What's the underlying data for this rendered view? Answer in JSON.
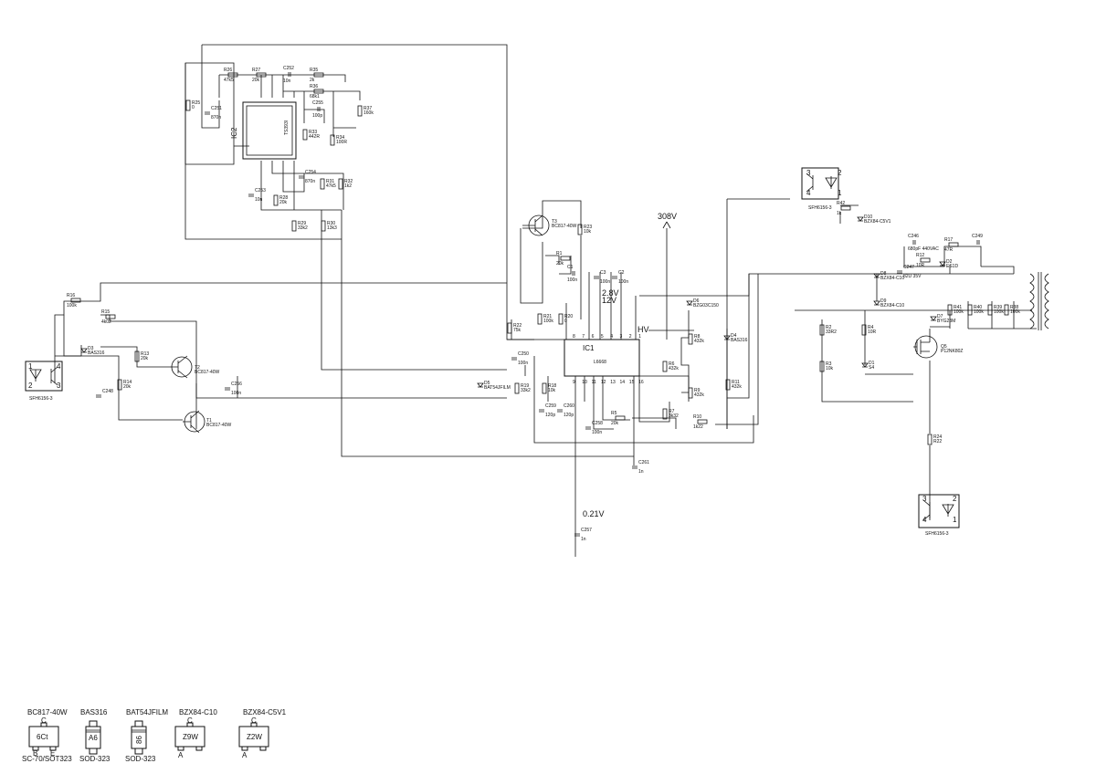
{
  "voltages": {
    "hv_rail": "308V",
    "v28": "2.8V",
    "v12": "12V",
    "hv": "HV",
    "v021": "0.21V"
  },
  "ic1": {
    "ref": "IC1",
    "part": "L6668",
    "pins_top": [
      "8",
      "7",
      "6",
      "5",
      "4",
      "3",
      "2",
      "1"
    ],
    "pins_bottom": [
      "9",
      "10",
      "11",
      "12",
      "13",
      "14",
      "15",
      "16"
    ]
  },
  "ic2": {
    "ref": "IC2",
    "part": "TS393I"
  },
  "optos": [
    {
      "ref": "SFH6156-3",
      "p1": "1",
      "p2": "2",
      "p3": "3",
      "p4": "4"
    },
    {
      "ref": "SFH6156-3",
      "p1": "1",
      "p2": "2",
      "p3": "3",
      "p4": "4"
    },
    {
      "ref": "SFH6156-3",
      "p1": "1",
      "p2": "2",
      "p3": "3",
      "p4": "4"
    }
  ],
  "components": [
    {
      "ref": "R25",
      "val": "0"
    },
    {
      "ref": "R26",
      "val": "47k5"
    },
    {
      "ref": "R27",
      "val": "20k"
    },
    {
      "ref": "C252",
      "val": "10n"
    },
    {
      "ref": "R35",
      "val": "2k"
    },
    {
      "ref": "R36",
      "val": "68k1"
    },
    {
      "ref": "C255",
      "val": "100p"
    },
    {
      "ref": "R37",
      "val": "160k"
    },
    {
      "ref": "C251",
      "val": "870n"
    },
    {
      "ref": "R33",
      "val": "442R"
    },
    {
      "ref": "R34",
      "val": "100R"
    },
    {
      "ref": "C254",
      "val": "870n"
    },
    {
      "ref": "R31",
      "val": "47k5"
    },
    {
      "ref": "R32",
      "val": "1k2"
    },
    {
      "ref": "C253",
      "val": "10n"
    },
    {
      "ref": "R28",
      "val": "20k"
    },
    {
      "ref": "R29",
      "val": "33k2"
    },
    {
      "ref": "R30",
      "val": "13k3"
    },
    {
      "ref": "T3",
      "val": "BC817-40W"
    },
    {
      "ref": "R23",
      "val": "10k"
    },
    {
      "ref": "R1",
      "val": "20k"
    },
    {
      "ref": "C1",
      "val": "100n"
    },
    {
      "ref": "C3",
      "val": "100n"
    },
    {
      "ref": "C2",
      "val": "100n"
    },
    {
      "ref": "D6",
      "val": "BZG03C150"
    },
    {
      "ref": "R22",
      "val": "75k"
    },
    {
      "ref": "R21",
      "val": "100k"
    },
    {
      "ref": "R20",
      "val": "0"
    },
    {
      "ref": "R8",
      "val": "432k"
    },
    {
      "ref": "R6",
      "val": "432k"
    },
    {
      "ref": "R9",
      "val": "432k"
    },
    {
      "ref": "R7",
      "val": "3k32"
    },
    {
      "ref": "R5",
      "val": "20k"
    },
    {
      "ref": "R10",
      "val": "1k22"
    },
    {
      "ref": "D4",
      "val": "BAS316"
    },
    {
      "ref": "R11",
      "val": "432k"
    },
    {
      "ref": "C250",
      "val": "100n"
    },
    {
      "ref": "R19",
      "val": "33k2"
    },
    {
      "ref": "R18",
      "val": "10k"
    },
    {
      "ref": "D5",
      "val": "BAT54JFILM"
    },
    {
      "ref": "C259",
      "val": "120p"
    },
    {
      "ref": "C260",
      "val": "120p"
    },
    {
      "ref": "C258",
      "val": "100n"
    },
    {
      "ref": "C261",
      "val": "1n"
    },
    {
      "ref": "C257",
      "val": "1n"
    },
    {
      "ref": "R16",
      "val": "100k"
    },
    {
      "ref": "R15",
      "val": "4k02"
    },
    {
      "ref": "D3",
      "val": "BAS316"
    },
    {
      "ref": "R13",
      "val": "20k"
    },
    {
      "ref": "T2",
      "val": "BC817-40W"
    },
    {
      "ref": "C248",
      "val": ""
    },
    {
      "ref": "R14",
      "val": "20k"
    },
    {
      "ref": "C256",
      "val": "100n"
    },
    {
      "ref": "T1",
      "val": "BC817-40W"
    },
    {
      "ref": "R42",
      "val": "1k"
    },
    {
      "ref": "D10",
      "val": "BZX84-C5V1"
    },
    {
      "ref": "C246",
      "val": "680pF 440VAC"
    },
    {
      "ref": "R17",
      "val": "47R"
    },
    {
      "ref": "C249",
      "val": ""
    },
    {
      "ref": "C247",
      "val": "82U 35V"
    },
    {
      "ref": "R12",
      "val": "10R"
    },
    {
      "ref": "D2",
      "val": "ES1D"
    },
    {
      "ref": "D8",
      "val": "BZX84-C10"
    },
    {
      "ref": "D9",
      "val": "BZX84-C10"
    },
    {
      "ref": "R41",
      "val": "100k"
    },
    {
      "ref": "R40",
      "val": "100k"
    },
    {
      "ref": "R39",
      "val": "100k"
    },
    {
      "ref": "R38",
      "val": "100k"
    },
    {
      "ref": "D7",
      "val": "BYG23M"
    },
    {
      "ref": "R2",
      "val": "33R2"
    },
    {
      "ref": "R4",
      "val": "10R"
    },
    {
      "ref": "R3",
      "val": "10k"
    },
    {
      "ref": "D1",
      "val": "S4"
    },
    {
      "ref": "Q5",
      "val": "P12NK80Z"
    },
    {
      "ref": "R24",
      "val": "R22"
    }
  ],
  "legend": [
    {
      "name": "BC817-40W",
      "top": "C",
      "marking": "6Ct",
      "left": "B",
      "right": "E",
      "pkg": "SC-70/SOT323"
    },
    {
      "name": "BAS316",
      "marking": "A6",
      "pkg": "SOD-323"
    },
    {
      "name": "BAT54JFILM",
      "marking": "86",
      "pkg": "SOD-323"
    },
    {
      "name": "BZX84-C10",
      "top": "C",
      "marking": "Z9W",
      "bottom": "A"
    },
    {
      "name": "BZX84-C5V1",
      "top": "C",
      "marking": "Z2W",
      "bottom": "A"
    }
  ]
}
